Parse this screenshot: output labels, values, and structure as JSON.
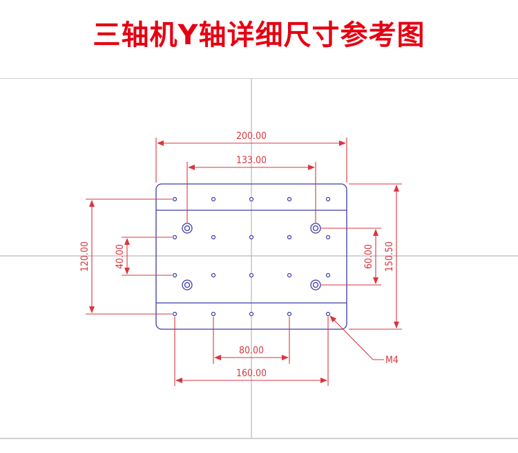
{
  "title": "三轴机Y轴详细尺寸参考图",
  "colors": {
    "title": "#e60012",
    "dimension": "#d9363e",
    "part": "#3a3aa8",
    "centerline": "#b8b8b8"
  },
  "dimensions": {
    "overall_width": "200.00",
    "bolt_span_large": "133.00",
    "inner_span": "80.00",
    "outer_span": "160.00",
    "height_left": "120.00",
    "height_left_inner": "40.00",
    "height_right_inner": "60.00",
    "overall_height": "150.50",
    "thread": "M4"
  }
}
